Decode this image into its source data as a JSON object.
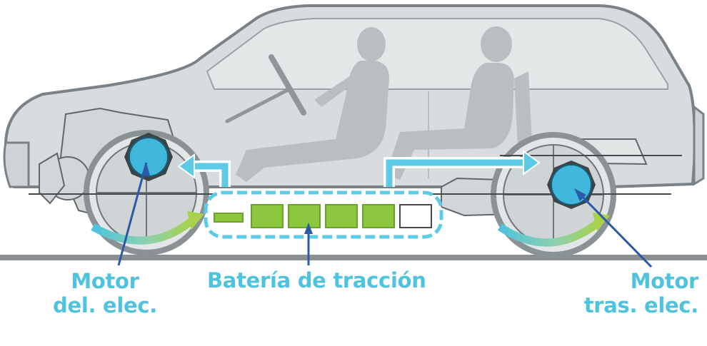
{
  "labels": {
    "front_motor_line1": "Motor",
    "front_motor_line2": "del. elec.",
    "battery": "Batería de tracción",
    "rear_motor_line1": "Motor",
    "rear_motor_line2": "tras. elec."
  },
  "battery": {
    "cells_filled": 5,
    "cells_total": 6
  },
  "colors": {
    "accent_cyan": "#4fc3dd",
    "battery_green": "#8cc63f",
    "pointer_blue": "#2b5ba8",
    "body_gray": "#c7cccf",
    "outline_gray": "#7a8287",
    "ground": "#8a8f93"
  }
}
